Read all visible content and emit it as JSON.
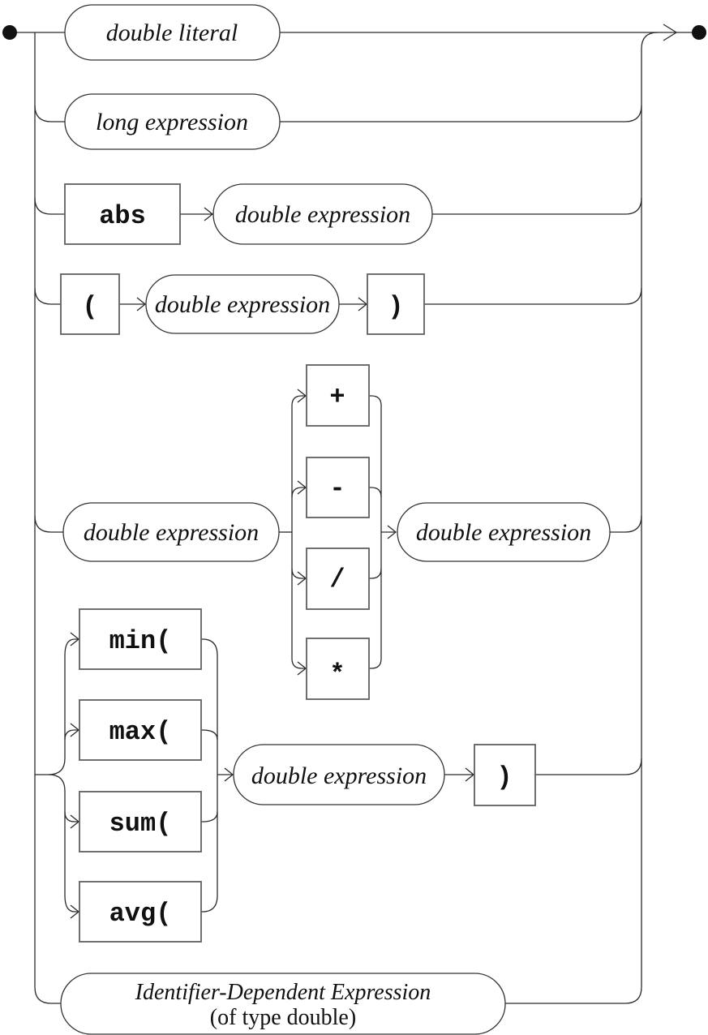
{
  "diagram": {
    "kind": "railroad-syntax-diagram",
    "rule": "double expression",
    "colors": {
      "background": "#ffffff",
      "line": "#2b2b2b",
      "oval_border": "#333333",
      "box_border": "#5f5f5f",
      "text": "#111111"
    },
    "nodes": {
      "double_literal": "double literal",
      "long_expression": "long expression",
      "double_expression": "double expression",
      "abs": "abs",
      "open_paren": "(",
      "close_paren": ")",
      "plus": "+",
      "minus": "-",
      "divide": "/",
      "multiply": "*",
      "min_func": "min(",
      "max_func": "max(",
      "sum_func": "sum(",
      "avg_func": "avg(",
      "identifier_dependent_line1": "Identifier-Dependent Expression",
      "identifier_dependent_line2": "(of type double)"
    }
  }
}
